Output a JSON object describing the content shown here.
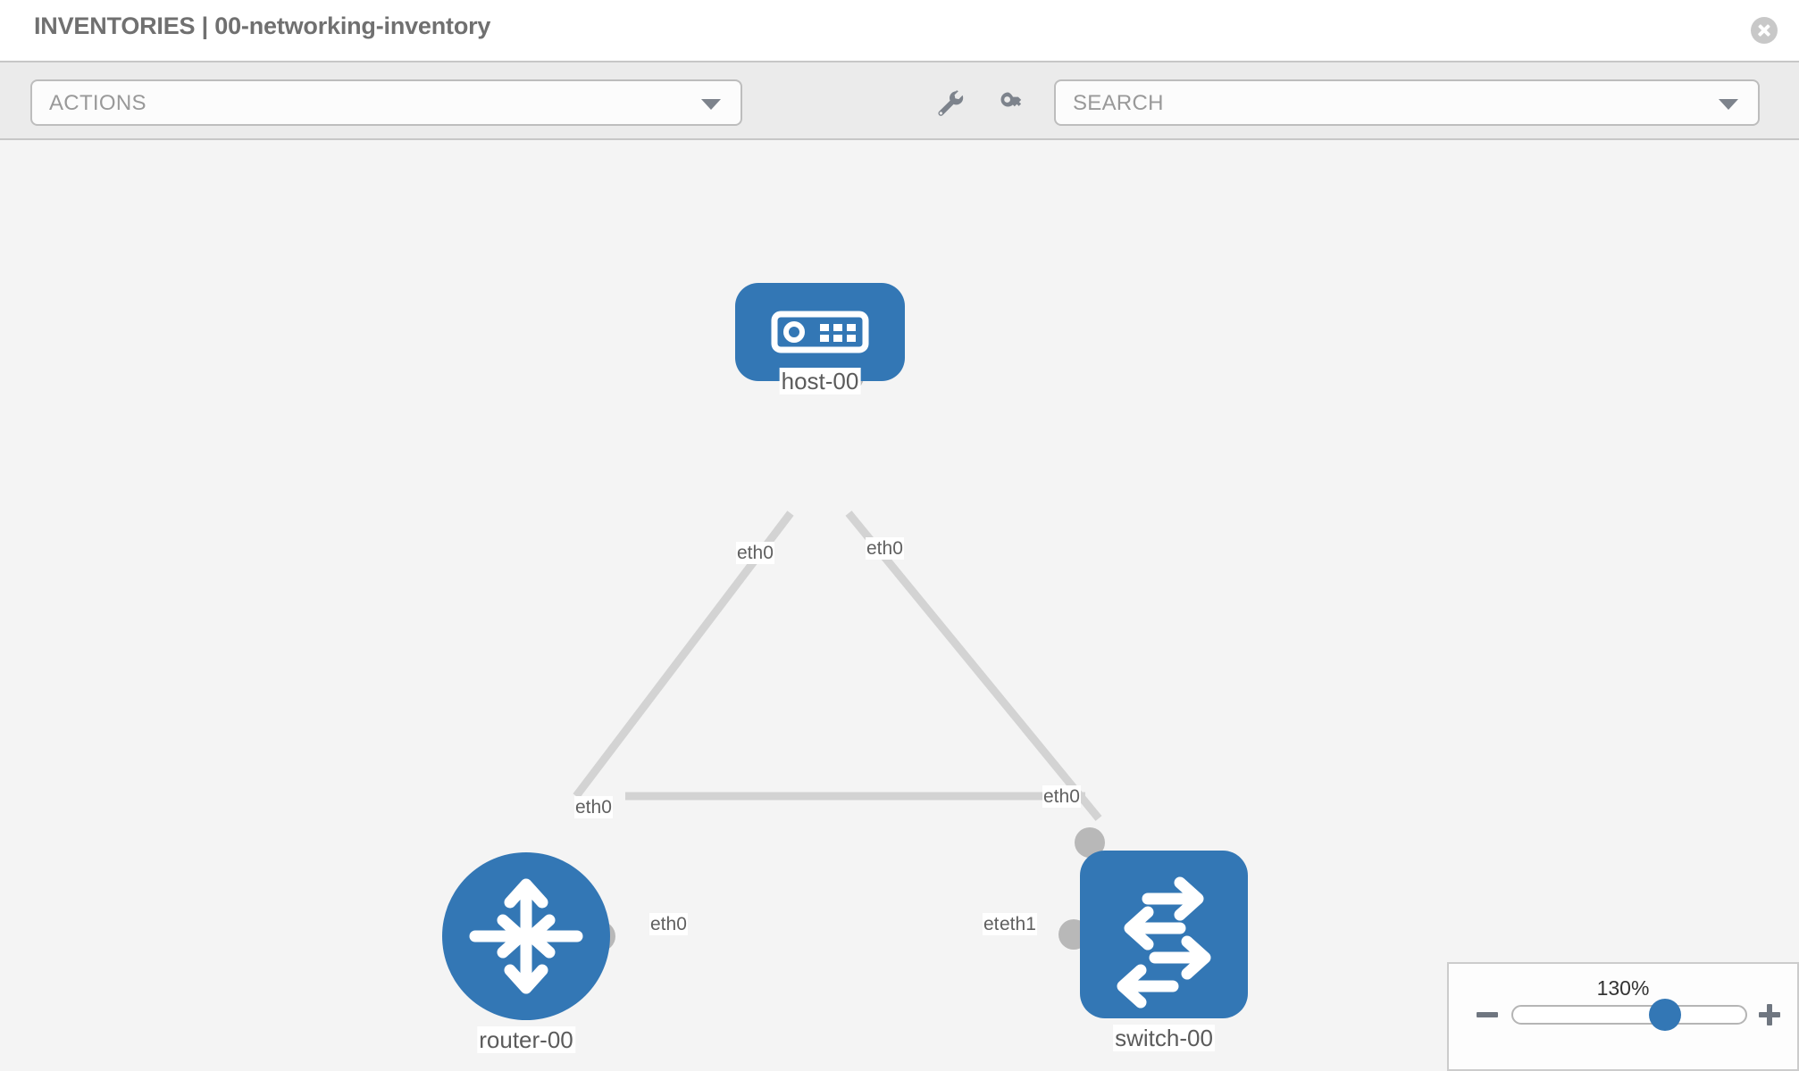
{
  "header": {
    "title": "INVENTORIES | 00-networking-inventory",
    "close_icon": "close-circle-icon"
  },
  "toolbar": {
    "actions": {
      "label": "ACTIONS",
      "caret_icon": "chevron-down-icon"
    },
    "tools": [
      {
        "name": "wrench-icon",
        "title": "Settings"
      },
      {
        "name": "key-icon",
        "title": "Credentials"
      }
    ],
    "search": {
      "placeholder": "SEARCH",
      "value": "SEARCH",
      "caret_icon": "chevron-down-icon"
    }
  },
  "topology": {
    "nodes": [
      {
        "id": "host-00",
        "label": "host-00",
        "type": "host",
        "icon": "server-icon",
        "shape": "rounded-rect",
        "color": "#3377b5"
      },
      {
        "id": "router-00",
        "label": "router-00",
        "type": "router",
        "icon": "router-arrows-icon",
        "shape": "circle",
        "color": "#3377b5"
      },
      {
        "id": "switch-00",
        "label": "switch-00",
        "type": "switch",
        "icon": "switch-arrows-icon",
        "shape": "rounded-rect",
        "color": "#3377b5"
      }
    ],
    "links": [
      {
        "from": "host-00",
        "to": "router-00",
        "from_interface": "eth0",
        "to_interface": "eth0"
      },
      {
        "from": "host-00",
        "to": "switch-00",
        "from_interface": "eth0",
        "to_interface": "eth0"
      },
      {
        "from": "router-00",
        "to": "switch-00",
        "from_interface": "eth0",
        "to_interface": "eth1"
      }
    ],
    "interface_labels": {
      "host_left": "eth0",
      "host_right": "eth0",
      "router_upper": "eth0",
      "switch_upper": "eth0",
      "router_right": "eth0",
      "switch_left_hidden": "eth0",
      "switch_left": "eth1"
    }
  },
  "zoom": {
    "value": "130%",
    "minus_icon": "minus-icon",
    "plus_icon": "plus-icon",
    "thumb_icon": "slider-thumb"
  }
}
